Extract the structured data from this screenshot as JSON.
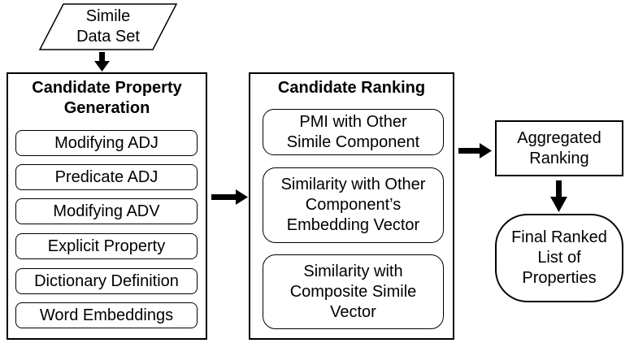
{
  "input": {
    "line1": "Simile",
    "line2": "Data Set"
  },
  "generation": {
    "title_line1": "Candidate Property",
    "title_line2": "Generation",
    "items": [
      "Modifying ADJ",
      "Predicate ADJ",
      "Modifying ADV",
      "Explicit Property",
      "Dictionary Definition",
      "Word Embeddings"
    ]
  },
  "ranking": {
    "title": "Candidate Ranking",
    "items": [
      {
        "l1": "PMI with Other",
        "l2": "Simile Component",
        "l3": ""
      },
      {
        "l1": "Similarity with Other",
        "l2": "Component’s",
        "l3": "Embedding Vector"
      },
      {
        "l1": "Similarity with",
        "l2": "Composite Simile",
        "l3": "Vector"
      }
    ]
  },
  "aggregated": {
    "line1": "Aggregated",
    "line2": "Ranking"
  },
  "final": {
    "line1": "Final Ranked",
    "line2": "List of",
    "line3": "Properties"
  }
}
